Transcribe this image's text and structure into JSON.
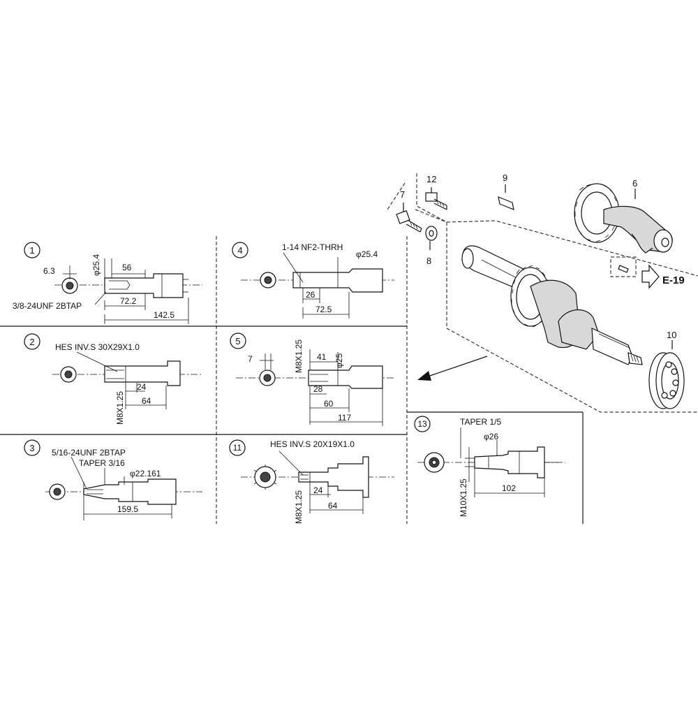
{
  "parts": {
    "p6": "6",
    "p7": "7",
    "p8": "8",
    "p9": "9",
    "p10": "10",
    "p12": "12",
    "ref": "E-19"
  },
  "variants": [
    {
      "id": "1",
      "labels": {
        "d1": "6.3",
        "d2": "φ25.4",
        "d3": "56",
        "d4": "72.2",
        "d5": "142.5",
        "note": "3/8-24UNF 2BTAP"
      }
    },
    {
      "id": "4",
      "labels": {
        "note": "1-14 NF2-THRH",
        "d1": "φ25.4",
        "d2": "26",
        "d3": "72.5"
      }
    },
    {
      "id": "2",
      "labels": {
        "note": "HES INV.S 30X29X1.0",
        "d1": "24",
        "d2": "64",
        "d3": "M8X1.25"
      }
    },
    {
      "id": "5",
      "labels": {
        "d1": "7",
        "d2": "M8X1.25",
        "d3": "41",
        "d4": "φ25",
        "d5": "28",
        "d6": "60",
        "d7": "117"
      }
    },
    {
      "id": "3",
      "labels": {
        "note": "5/16-24UNF 2BTAP",
        "note2": "TAPER 3/16",
        "d1": "φ22.161",
        "d2": "159.5"
      }
    },
    {
      "id": "11",
      "labels": {
        "note": "HES INV.S 20X19X1.0",
        "d1": "24",
        "d2": "64",
        "d3": "M8X1.25"
      }
    },
    {
      "id": "13",
      "labels": {
        "note": "TAPER 1/5",
        "d1": "φ26",
        "d2": "102",
        "d3": "M10X1.25"
      }
    }
  ]
}
